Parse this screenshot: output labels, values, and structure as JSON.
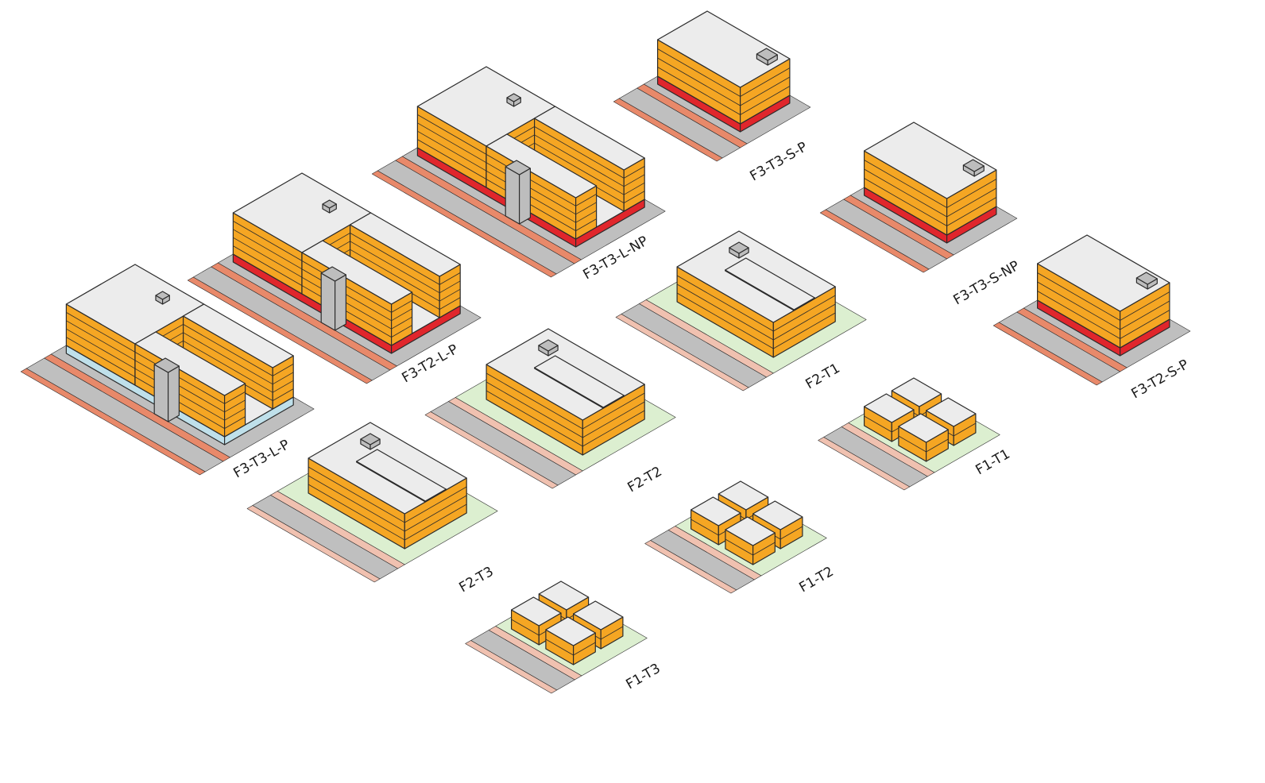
{
  "figure": {
    "palette": {
      "facade": "#f5a623",
      "roof": "#ececec",
      "outline": "#2b2b2b",
      "ground_floor_retail": "#e0262c",
      "ground_floor_lobby": "#bfe0ea",
      "stair_core": "#bdbdbd",
      "yard": "#dcefd0",
      "street": "#bfbfbf",
      "sidewalk": "#e8896a",
      "sidewalk_light": "#f0c1b0"
    },
    "typologies": [
      {
        "id": "t1",
        "label": "F3-T3-L-P"
      },
      {
        "id": "t2",
        "label": "F3-T2-L-P"
      },
      {
        "id": "t3",
        "label": "F3-T3-L-NP"
      },
      {
        "id": "t4",
        "label": "F3-T3-S-P"
      },
      {
        "id": "t5",
        "label": "F3-T3-S-NP"
      },
      {
        "id": "t6",
        "label": "F3-T2-S-P"
      },
      {
        "id": "t7",
        "label": "F2-T1"
      },
      {
        "id": "t8",
        "label": "F2-T2"
      },
      {
        "id": "t9",
        "label": "F2-T3"
      },
      {
        "id": "t10",
        "label": "F1-T1"
      },
      {
        "id": "t11",
        "label": "F1-T2"
      },
      {
        "id": "t12",
        "label": "F1-T3"
      }
    ]
  }
}
